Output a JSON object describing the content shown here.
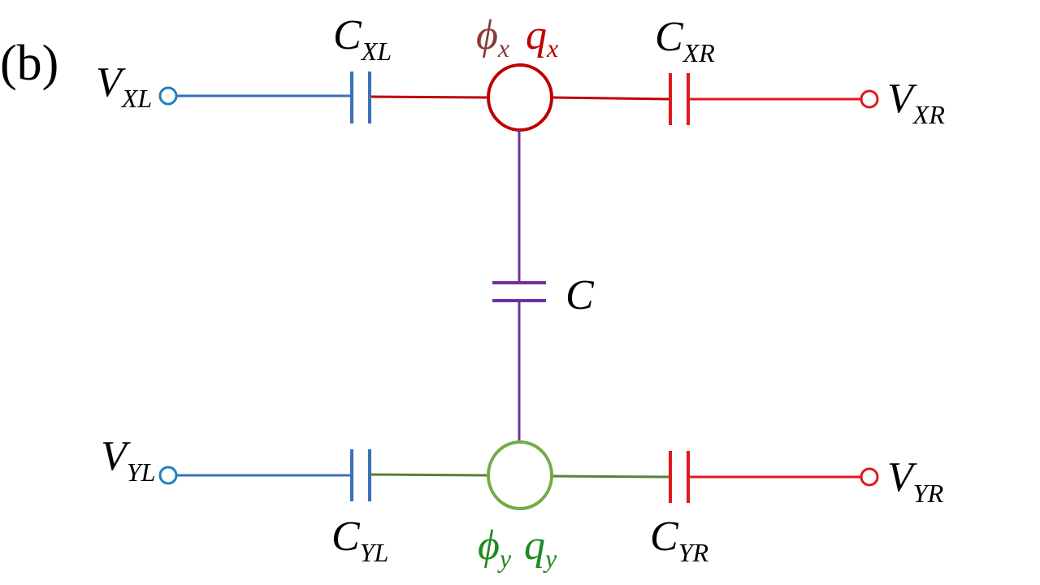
{
  "panel_label": "(b)",
  "colors": {
    "blue": "#3a70b8",
    "red": "#e0181e",
    "darkred": "#c00000",
    "brownish": "#8b3a3a",
    "purple": "#7030a0",
    "green": "#70ad47",
    "darkgreen": "#548235",
    "textgreen": "#1f8a1f",
    "terminal_blue": "#1f7fc0"
  },
  "nodes": {
    "x": {
      "phi_main": "ϕ",
      "phi_sub": "x",
      "q_main": "q",
      "q_sub": "x"
    },
    "y": {
      "phi_main": "ϕ",
      "phi_sub": "y",
      "q_main": "q",
      "q_sub": "y"
    }
  },
  "terminals": {
    "xl": {
      "main": "V",
      "sub": "XL"
    },
    "xr": {
      "main": "V",
      "sub": "XR"
    },
    "yl": {
      "main": "V",
      "sub": "YL"
    },
    "yr": {
      "main": "V",
      "sub": "YR"
    }
  },
  "capacitors": {
    "cxl": {
      "main": "C",
      "sub": "XL"
    },
    "cxr": {
      "main": "C",
      "sub": "XR"
    },
    "cyl": {
      "main": "C",
      "sub": "YL"
    },
    "cyr": {
      "main": "C",
      "sub": "YR"
    },
    "c": {
      "main": "C"
    }
  }
}
